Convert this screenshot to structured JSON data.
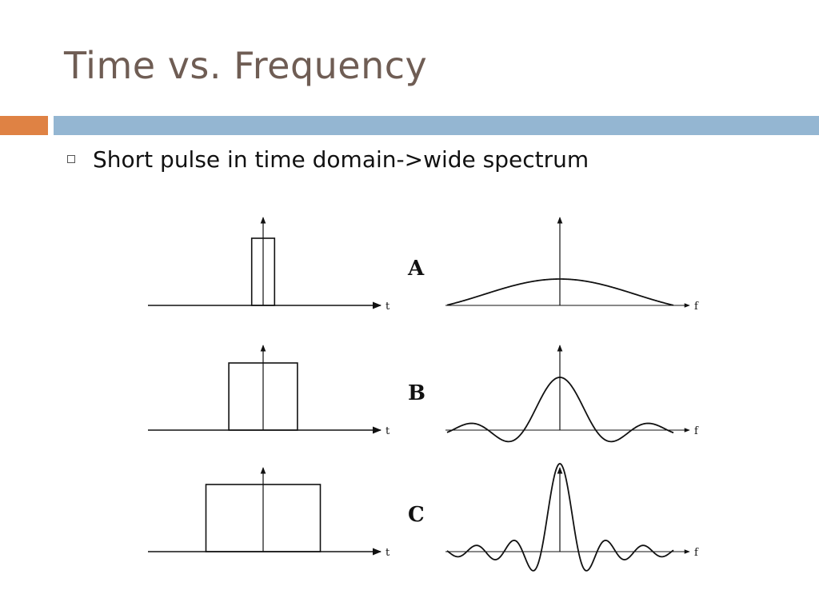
{
  "slide": {
    "title": "Time vs. Frequency",
    "bullet": "Short pulse in time domain->wide spectrum"
  },
  "colors": {
    "title": "#6f5d54",
    "accent_bar": "#df8244",
    "main_bar": "#94b6d2",
    "ink": "#111111"
  },
  "diagram": {
    "time_axis_label": "t",
    "freq_axis_label": "f",
    "cases": [
      {
        "label": "A",
        "pulse_half_width": 0.1,
        "peak_amplitude": 0.3
      },
      {
        "label": "B",
        "pulse_half_width": 0.3,
        "peak_amplitude": 0.6
      },
      {
        "label": "C",
        "pulse_half_width": 0.5,
        "peak_amplitude": 1.0
      }
    ]
  }
}
